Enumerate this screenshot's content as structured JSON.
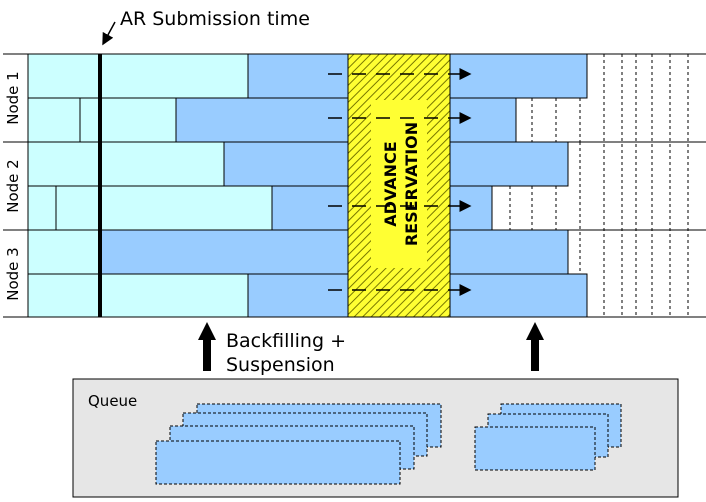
{
  "title": "AR Submission time",
  "nodes": [
    "Node 1",
    "Node 2",
    "Node 3"
  ],
  "reservation_label": [
    "ADVANCE",
    "RESERVATION"
  ],
  "annotation": [
    "Backfilling +",
    "Suspension"
  ],
  "queue": {
    "label": "Queue"
  },
  "colors": {
    "light_job": "#ccffff",
    "blue_job": "#99ccff",
    "reservation_fill": "#ffff33",
    "reservation_hatch": "#777700",
    "queue_bg": "#e6e6e6"
  }
}
